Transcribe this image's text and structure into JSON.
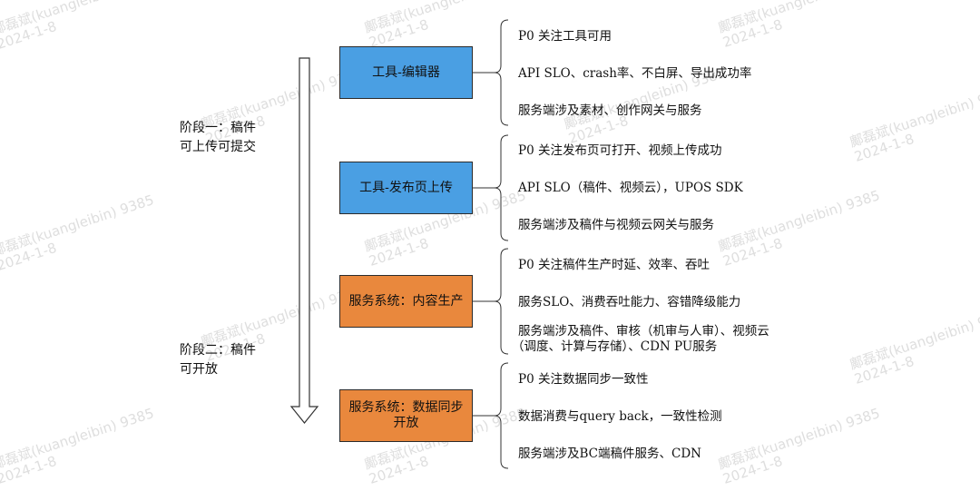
{
  "watermark": {
    "line1": "鄺磊斌(kuangleibin) 9385",
    "line2": "2024-1-8"
  },
  "stages": [
    {
      "label": "阶段一：稿件可上传可提交"
    },
    {
      "label": "阶段二：稿件可开放"
    }
  ],
  "boxes": [
    {
      "label": "工具-编辑器",
      "color": "#4a9fe3",
      "items": [
        "P0 关注工具可用",
        "API SLO、crash率、不白屏、导出成功率",
        "服务端涉及素材、创作网关与服务"
      ]
    },
    {
      "label": "工具-发布页上传",
      "color": "#4a9fe3",
      "items": [
        "P0 关注发布页可打开、视频上传成功",
        "API SLO（稿件、视频云），UPOS SDK",
        "服务端涉及稿件与视频云网关与服务"
      ]
    },
    {
      "label": "服务系统：内容生产",
      "color": "#e9883d",
      "items": [
        "P0 关注稿件生产时延、效率、吞吐",
        "服务SLO、消费吞吐能力、容错降级能力",
        "服务端涉及稿件、审核（机审与人审）、视频云",
        "（调度、计算与存储）、CDN PU服务"
      ]
    },
    {
      "label": "服务系统：数据同步开放",
      "color": "#e9883d",
      "items": [
        "P0 关注数据同步一致性",
        "数据消费与query back，一致性检测",
        "服务端涉及BC端稿件服务、CDN"
      ]
    }
  ]
}
